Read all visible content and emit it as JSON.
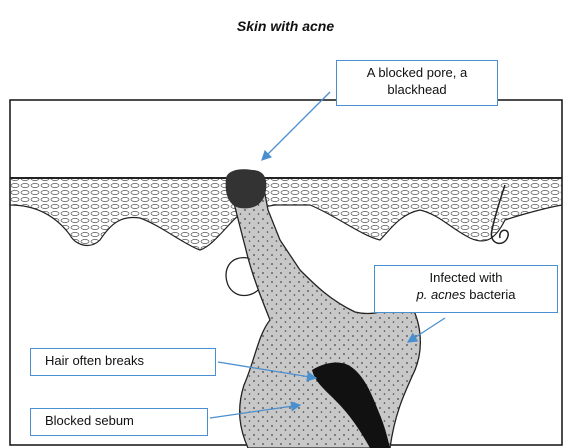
{
  "title": "Skin with acne",
  "callouts": {
    "blackhead": {
      "line1": "A blocked pore, a",
      "line2": "blackhead"
    },
    "infected": {
      "line1": "Infected with",
      "line2_italic": "p. acnes",
      "line2_rest": " bacteria"
    },
    "hair": {
      "text": "Hair often breaks"
    },
    "sebum": {
      "text": "Blocked sebum"
    }
  },
  "colors": {
    "callout_border": "#4a8fcf",
    "arrow": "#4a8fcf",
    "sebum": "#c8c8c8",
    "plug": "#333333"
  }
}
